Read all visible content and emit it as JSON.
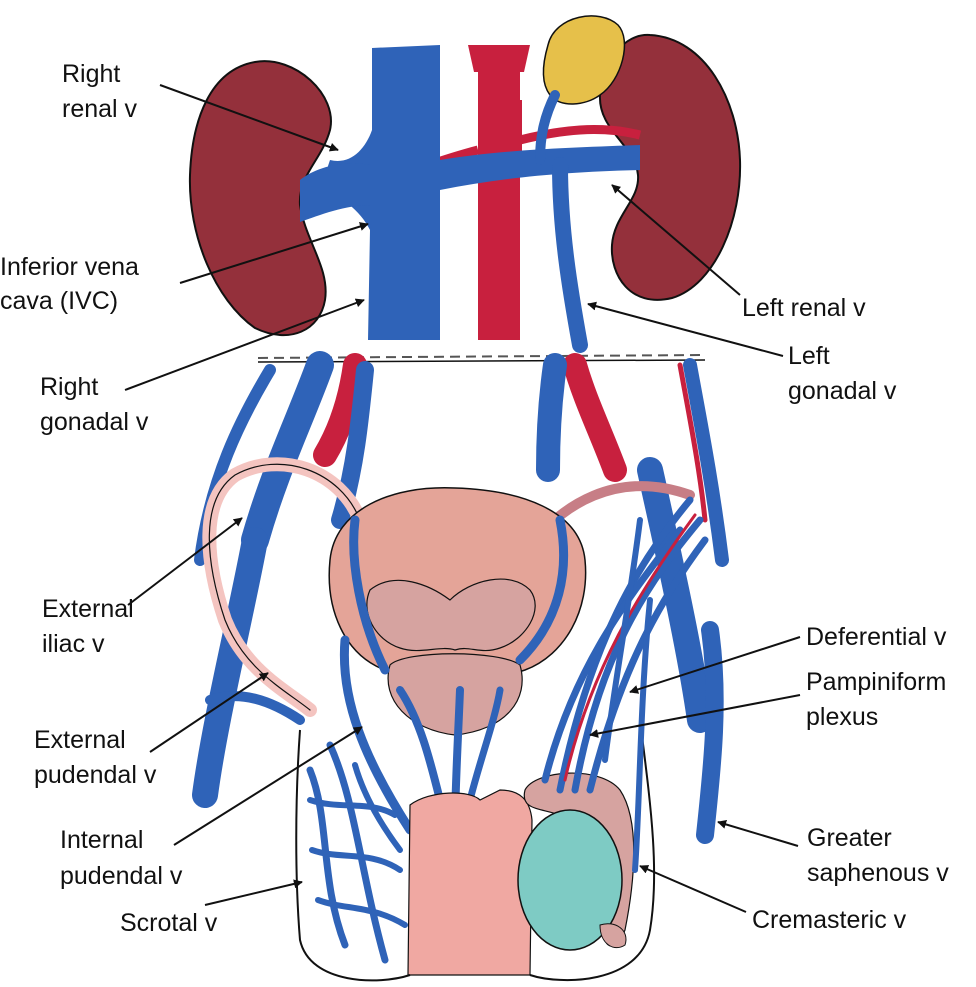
{
  "colors": {
    "vein": "#2f63b8",
    "vein_dark": "#1c3f87",
    "artery": "#c8203e",
    "kidney": "#94303b",
    "adrenal": "#e6c04a",
    "bladder": "#e4a498",
    "prostate": "#d6a3a0",
    "urethra": "#f0a8a2",
    "testis": "#7ecbc4",
    "ductus": "#f4c4c0",
    "outline": "#111111"
  },
  "labels": {
    "right_renal": [
      "Right",
      "renal v"
    ],
    "ivc": [
      "Inferior vena",
      "cava (IVC)"
    ],
    "right_gonadal": [
      "Right",
      "gonadal v"
    ],
    "external_iliac": [
      "External",
      "iliac v"
    ],
    "external_pudendal": [
      "External",
      "pudendal v"
    ],
    "internal_pudendal": [
      "Internal",
      "pudendal v"
    ],
    "scrotal": [
      "Scrotal v"
    ],
    "left_renal": [
      "Left renal v"
    ],
    "left_gonadal": [
      "Left",
      "gonadal v"
    ],
    "deferential": [
      "Deferential v"
    ],
    "pampiniform": [
      "Pampiniform",
      "plexus"
    ],
    "greater_saphenous": [
      "Greater",
      "saphenous v"
    ],
    "cremasteric": [
      "Cremasteric v"
    ]
  }
}
